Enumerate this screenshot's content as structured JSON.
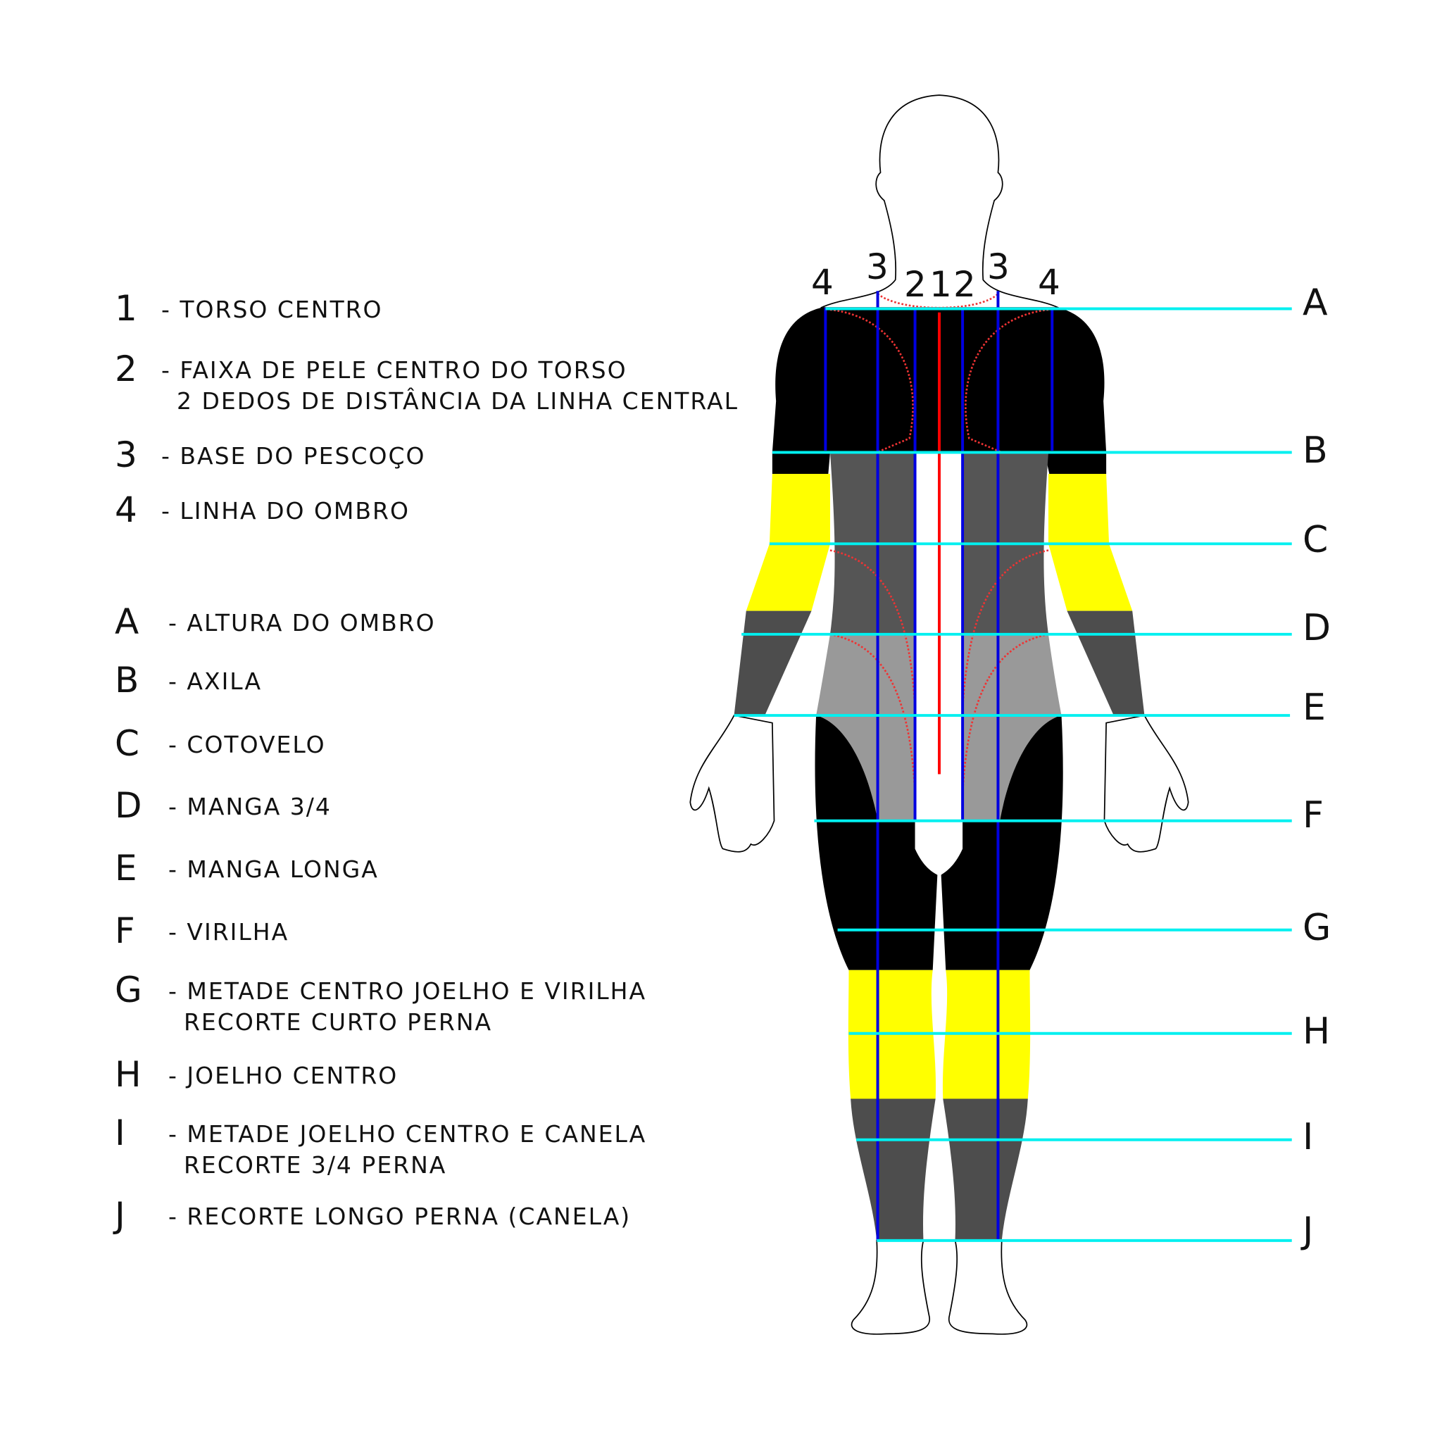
{
  "numbered_legend": [
    {
      "key": "1",
      "lines": [
        "- TORSO CENTRO"
      ]
    },
    {
      "key": "2",
      "lines": [
        "- FAIXA DE PELE CENTRO DO TORSO",
        "2 DEDOS DE DISTÂNCIA DA LINHA CENTRAL"
      ]
    },
    {
      "key": "3",
      "lines": [
        "- BASE DO PESCOÇO"
      ]
    },
    {
      "key": "4",
      "lines": [
        "- LINHA DO OMBRO"
      ]
    }
  ],
  "letter_legend": [
    {
      "key": "A",
      "lines": [
        "- ALTURA DO OMBRO"
      ]
    },
    {
      "key": "B",
      "lines": [
        "- AXILA"
      ]
    },
    {
      "key": "C",
      "lines": [
        "- COTOVELO"
      ]
    },
    {
      "key": "D",
      "lines": [
        "- MANGA 3/4"
      ]
    },
    {
      "key": "E",
      "lines": [
        "- MANGA LONGA"
      ]
    },
    {
      "key": "F",
      "lines": [
        "- VIRILHA"
      ]
    },
    {
      "key": "G",
      "lines": [
        "- METADE CENTRO JOELHO E VIRILHA",
        "RECORTE CURTO PERNA"
      ]
    },
    {
      "key": "H",
      "lines": [
        "- JOELHO CENTRO"
      ]
    },
    {
      "key": "I",
      "lines": [
        "- METADE JOELHO CENTRO E CANELA",
        "RECORTE 3/4 PERNA"
      ]
    },
    {
      "key": "J",
      "lines": [
        "- RECORTE LONGO PERNA (CANELA)"
      ]
    }
  ],
  "vertical_line_labels": [
    "4",
    "3",
    "2",
    "1",
    "2",
    "3",
    "4"
  ],
  "horizontal_line_labels": [
    "A",
    "B",
    "C",
    "D",
    "E",
    "F",
    "G",
    "H",
    "I",
    "J"
  ],
  "colors": {
    "guide_horizontal": "#00f0f0",
    "guide_vertical": "#0000e0",
    "center_line": "#ff0000",
    "panel_black": "#000000",
    "panel_yellow": "#ffff00",
    "panel_dark_gray": "#4d4d4d",
    "panel_mid_gray": "#666666",
    "panel_light_gray": "#999999"
  }
}
